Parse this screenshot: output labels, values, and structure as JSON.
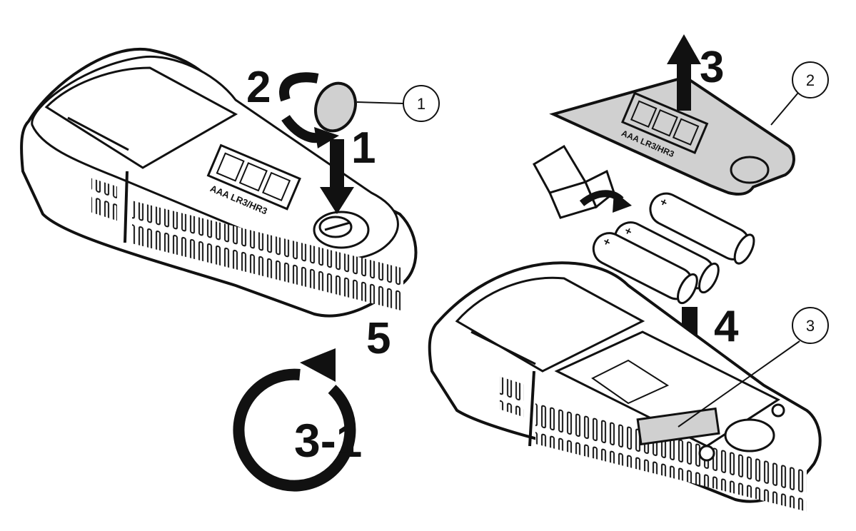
{
  "colors": {
    "ink": "#111111",
    "panel": "#d0d0d0",
    "fill": "#ffffff"
  },
  "step_labels": {
    "s1": "1",
    "s2": "2",
    "s3": "3",
    "s4": "4",
    "s5": "5"
  },
  "reverse_label": "3-1",
  "callouts": {
    "c1": "1",
    "c2": "2",
    "c3": "3"
  },
  "cover_text": "AAA LR3/HR3",
  "battery_polarity": "+"
}
